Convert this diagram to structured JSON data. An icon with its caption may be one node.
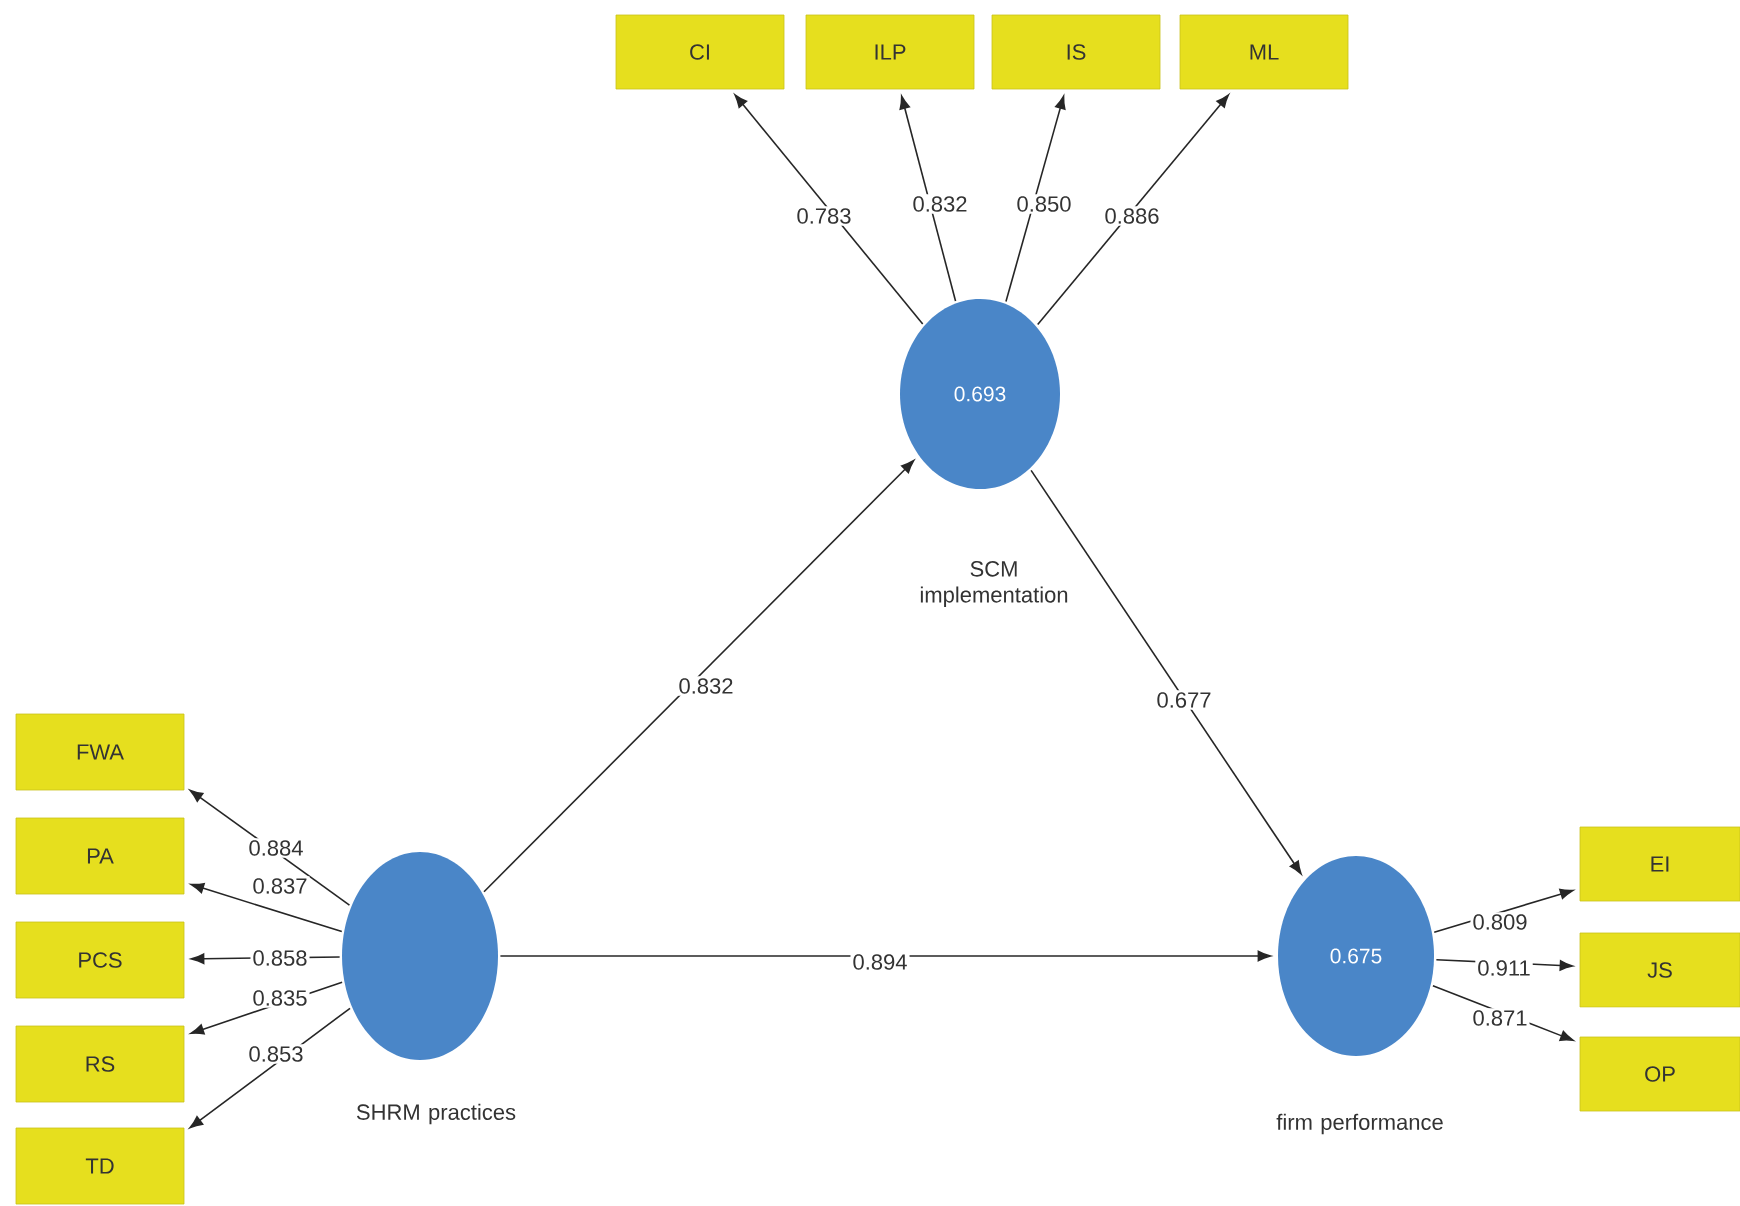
{
  "diagram": {
    "nodes": [
      {
        "text": [
          "0.693",
          "SCM implementation"
        ]
      },
      {
        "text": [
          "SHRM practices"
        ]
      },
      {
        "text": [
          "0.675",
          "firm performance"
        ]
      },
      {
        "text": [
          "CI"
        ]
      },
      {
        "text": [
          "ILP"
        ]
      },
      {
        "text": [
          "IS"
        ]
      },
      {
        "text": [
          "ML"
        ]
      },
      {
        "text": [
          "FWA"
        ]
      },
      {
        "text": [
          "PA"
        ]
      },
      {
        "text": [
          "PCS"
        ]
      },
      {
        "text": [
          "RS"
        ]
      },
      {
        "text": [
          "TD"
        ]
      },
      {
        "text": [
          "EI"
        ]
      },
      {
        "text": [
          "JS"
        ]
      },
      {
        "text": [
          "OP"
        ]
      }
    ],
    "edges": [
      {
        "from": 1,
        "to": 0,
        "arrow": "to",
        "label": "0.832"
      },
      {
        "from": 0,
        "to": 2,
        "arrow": "to",
        "label": "0.677"
      },
      {
        "from": 1,
        "to": 2,
        "arrow": "to",
        "label": "0.894"
      },
      {
        "from": 0,
        "to": 3,
        "arrow": "to",
        "label": "0.783"
      },
      {
        "from": 0,
        "to": 4,
        "arrow": "to",
        "label": "0.832"
      },
      {
        "from": 0,
        "to": 5,
        "arrow": "to",
        "label": "0.850"
      },
      {
        "from": 0,
        "to": 6,
        "arrow": "to",
        "label": "0.886"
      },
      {
        "from": 1,
        "to": 7,
        "arrow": "to",
        "label": "0.884"
      },
      {
        "from": 1,
        "to": 8,
        "arrow": "to",
        "label": "0.837"
      },
      {
        "from": 1,
        "to": 9,
        "arrow": "to",
        "label": "0.858"
      },
      {
        "from": 1,
        "to": 10,
        "arrow": "to",
        "label": "0.835"
      },
      {
        "from": 1,
        "to": 11,
        "arrow": "to",
        "label": "0.853"
      },
      {
        "from": 2,
        "to": 12,
        "arrow": "to",
        "label": "0.809"
      },
      {
        "from": 2,
        "to": 13,
        "arrow": "to",
        "label": "0.911"
      },
      {
        "from": 2,
        "to": 14,
        "arrow": "to",
        "label": "0.871"
      }
    ]
  }
}
